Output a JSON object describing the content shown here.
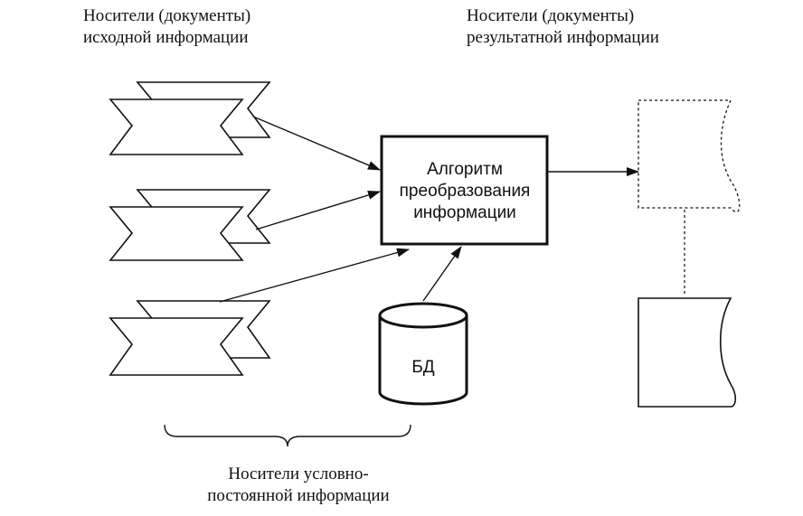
{
  "source_label": {
    "line1": "Носители (документы)",
    "line2": "исходной информации"
  },
  "result_label": {
    "line1": "Носители (документы)",
    "line2": "результатной информации"
  },
  "algorithm_box": {
    "line1": "Алгоритм",
    "line2": "преобразования",
    "line3": "информации"
  },
  "database": {
    "label": "БД"
  },
  "conditional_label": {
    "line1": "Носители условно-",
    "line2": "постоянной информации"
  }
}
